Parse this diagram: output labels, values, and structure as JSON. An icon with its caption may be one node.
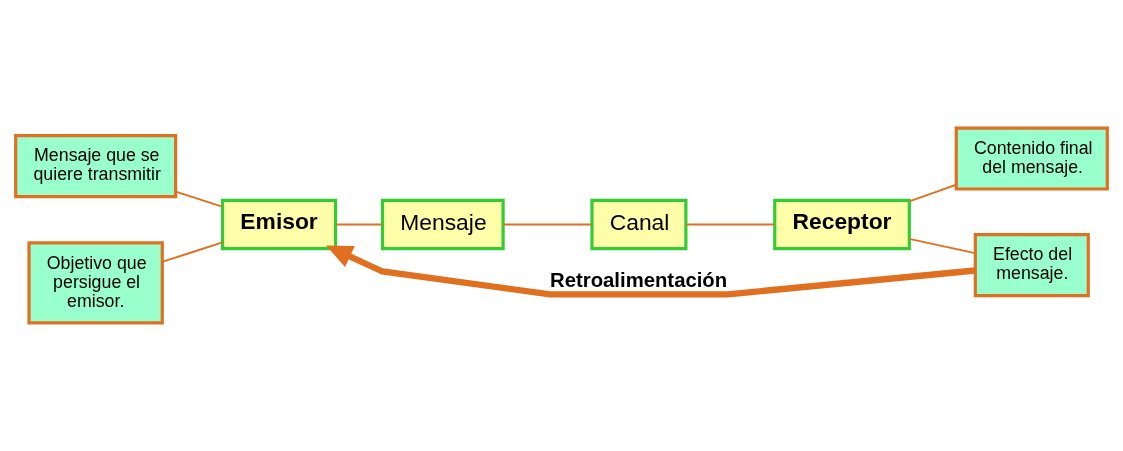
{
  "diagram": {
    "nodes": [
      {
        "text": [
          "Mensaje que se quiere transmitir"
        ]
      },
      {
        "text": [
          "Contenido final del mensaje."
        ]
      },
      {
        "text": [
          "Emisor"
        ]
      },
      {
        "text": [
          "Mensaje"
        ]
      },
      {
        "text": [
          "Canal"
        ]
      },
      {
        "text": [
          "Receptor"
        ]
      },
      {
        "text": [
          "Objetivo que persigue el emisor."
        ]
      },
      {
        "text": [
          "Efecto del mensaje."
        ]
      }
    ],
    "edges": [
      {
        "from": 0,
        "to": 2,
        "arrow": "none"
      },
      {
        "from": 6,
        "to": 2,
        "arrow": "none"
      },
      {
        "from": 2,
        "to": 3,
        "arrow": "none"
      },
      {
        "from": 3,
        "to": 4,
        "arrow": "none"
      },
      {
        "from": 4,
        "to": 5,
        "arrow": "none"
      },
      {
        "from": 5,
        "to": 1,
        "arrow": "none"
      },
      {
        "from": 5,
        "to": 7,
        "arrow": "none"
      },
      {
        "from": 7,
        "to": 2,
        "arrow": "to",
        "label": "Retroalimentación",
        "style": "thick"
      }
    ]
  }
}
